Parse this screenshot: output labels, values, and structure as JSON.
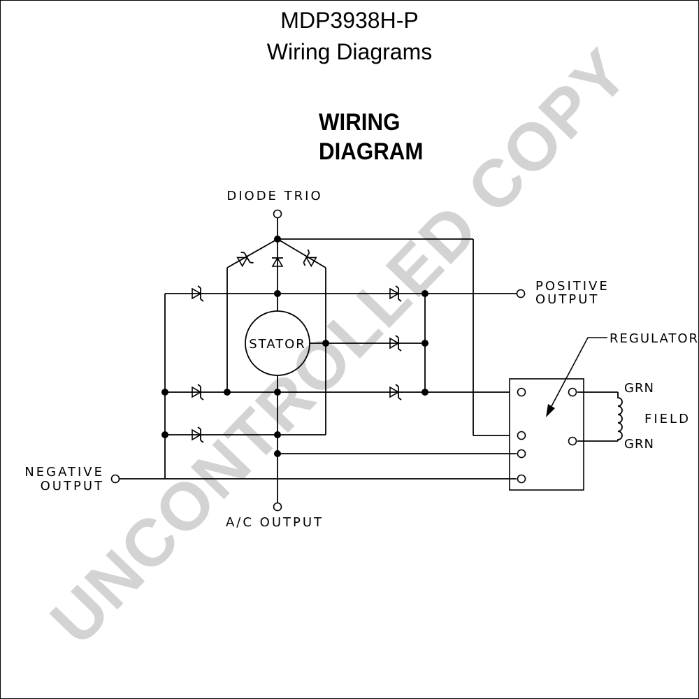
{
  "header": {
    "title": "MDP3938H-P",
    "subtitle": "Wiring Diagrams"
  },
  "diagram_heading": {
    "line1": "WIRING",
    "line2": "DIAGRAM"
  },
  "labels": {
    "diode_trio": "DIODE TRIO",
    "positive_output_line1": "POSITIVE",
    "positive_output_line2": "OUTPUT",
    "regulator": "REGULATOR",
    "stator": "STATOR",
    "field": "FIELD",
    "grn_top": "GRN",
    "grn_bottom": "GRN",
    "negative_output_line1": "NEGATIVE",
    "negative_output_line2": "OUTPUT",
    "ac_output": "A/C OUTPUT"
  },
  "watermark": "UNCONTROLLED COPY"
}
